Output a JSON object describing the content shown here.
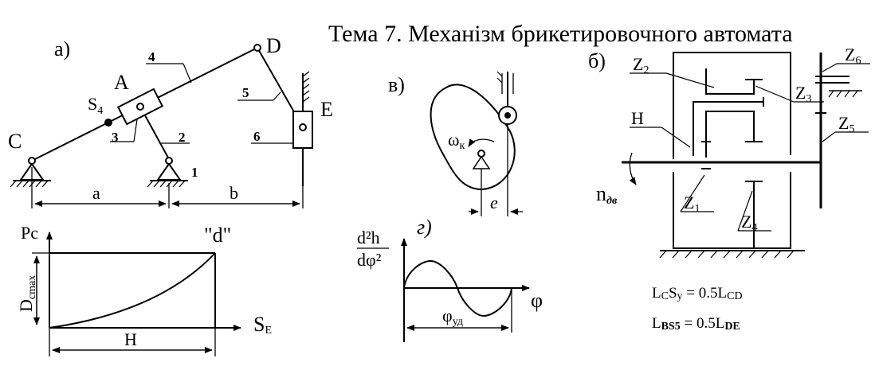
{
  "title": "Тема 7. Механізм брикетировочного автомата",
  "part_a": {
    "label": "а)",
    "points": {
      "A": "A",
      "C": "C",
      "D": "D",
      "E": "E"
    },
    "s4": {
      "base": "S",
      "sub": "4"
    },
    "links": {
      "n1": "1",
      "n2": "2",
      "n3": "3",
      "n4": "4",
      "n5": "5",
      "n6": "6"
    },
    "dims": {
      "a": "a",
      "b": "b"
    }
  },
  "part_v": {
    "label": "в)",
    "omega": {
      "base": "ω",
      "sub": "к"
    },
    "e": "e"
  },
  "part_b": {
    "label": "б)",
    "gears": {
      "z2": {
        "base": "Z",
        "sub": "2"
      },
      "z3": {
        "base": "Z",
        "sub": "3"
      },
      "z6": {
        "base": "Z",
        "sub": "6"
      },
      "z5": {
        "base": "Z",
        "sub": "5"
      },
      "z1": {
        "base": "Z",
        "sub": "1"
      },
      "z4": {
        "base": "Z",
        "sub": "4"
      }
    },
    "carrier": "H",
    "speed": {
      "base": "n",
      "sub": "дв"
    }
  },
  "equations": {
    "eq1": {
      "p1": "L",
      "s1": "C",
      "p2": "S",
      "s2": "y",
      "p3": " = 0.5L",
      "s3": "CD"
    },
    "eq2": {
      "p1": "L",
      "s1": "BS5",
      "p3": " = 0.5L",
      "s3": "DE"
    }
  },
  "force_chart": {
    "ylabel": "Pc",
    "point_label": "\"d\"",
    "vertical_dim": {
      "base": "D",
      "sub": "cmax"
    },
    "xlabel": {
      "base": "S",
      "sub": "E"
    },
    "dim_H": "H"
  },
  "part_g": {
    "label": "г)",
    "ylabel_num": "d²h",
    "ylabel_den": "dφ²",
    "xlabel": "φ",
    "dim": {
      "base": "φ",
      "sub": "уд"
    }
  }
}
